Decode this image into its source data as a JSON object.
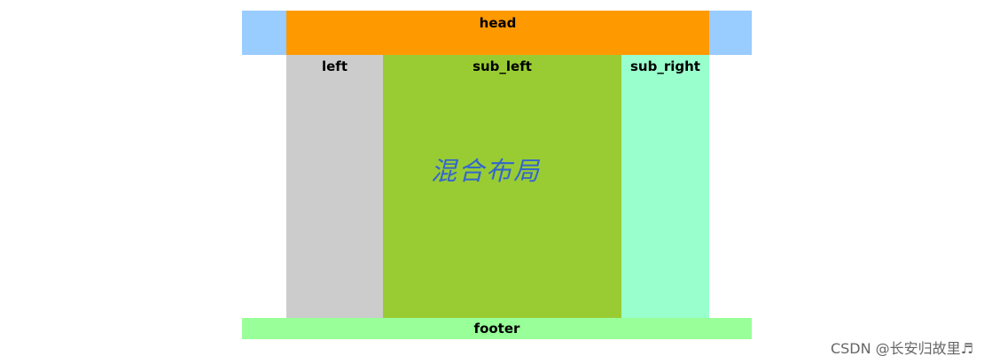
{
  "layout_demo": {
    "head_label": "head",
    "left_label": "left",
    "sub_left_label": "sub_left",
    "sub_right_label": "sub_right",
    "footer_label": "footer",
    "center_text": "混合布局"
  },
  "watermark": {
    "text": "CSDN @长安归故里♬"
  },
  "colors": {
    "head_side": "#99ccff",
    "head_main": "#ff9900",
    "left": "#cccccc",
    "sub_left": "#99cc33",
    "sub_right": "#99ffcc",
    "footer": "#99ff99",
    "center_text": "#3366cc"
  }
}
